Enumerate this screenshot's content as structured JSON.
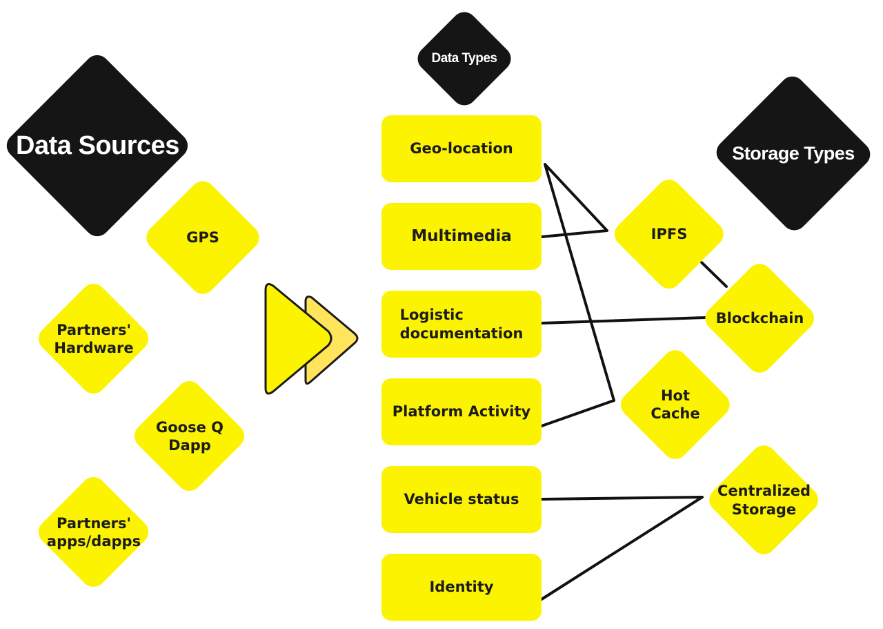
{
  "headers": {
    "data_sources": "Data Sources",
    "data_types": "Data Types",
    "storage_types": "Storage Types"
  },
  "sources": [
    "GPS",
    "Partners'\nHardware",
    "Goose Q\nDapp",
    "Partners'\napps/dapps"
  ],
  "data_types": [
    "Geo-location",
    "Multimedia",
    "Logistic\ndocumentation",
    "Platform Activity",
    "Vehicle status",
    "Identity"
  ],
  "storage": [
    "IPFS",
    "Blockchain",
    "Hot\nCache",
    "Centralized\nStorage"
  ],
  "colors": {
    "accent": "#FCF300",
    "dark": "#151515",
    "arrow_back": "#FFE45C"
  }
}
